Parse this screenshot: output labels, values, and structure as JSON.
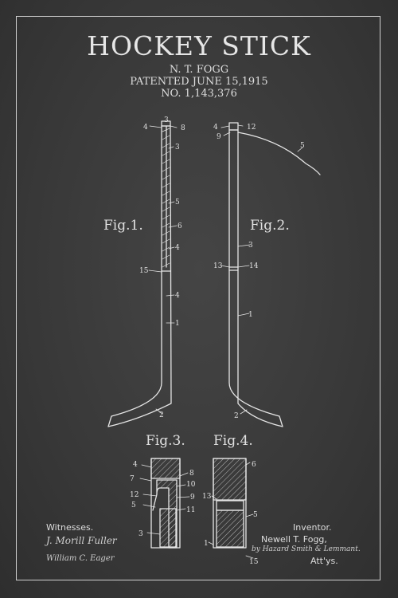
{
  "header": {
    "title": "HOCKEY STICK",
    "inventor_line": "N. T. FOGG",
    "patent_date": "PATENTED JUNE 15,1915",
    "patent_number": "NO. 1,143,376"
  },
  "figures": {
    "fig1": "Fig.1.",
    "fig2": "Fig.2.",
    "fig3": "Fig.3.",
    "fig4": "Fig.4."
  },
  "labels": {
    "n1": "1",
    "n2": "2",
    "n3": "3",
    "n4": "4",
    "n5": "5",
    "n6": "6",
    "n7": "7",
    "n8": "8",
    "n9": "9",
    "n10": "10",
    "n11": "11",
    "n12": "12",
    "n13": "13",
    "n14": "14",
    "n15": "15"
  },
  "footer": {
    "witnesses_label": "Witnesses.",
    "witness1": "J. Morill Fuller",
    "witness2": "William C. Eager",
    "inventor_label": "Inventor.",
    "inventor_name": "Newell T. Fogg,",
    "attorneys_sig": "by Hazard Smith & Lemmant.",
    "attorneys_label": "Att'ys."
  },
  "colors": {
    "background": "#3a3a3a",
    "line": "#e6e6e6"
  }
}
